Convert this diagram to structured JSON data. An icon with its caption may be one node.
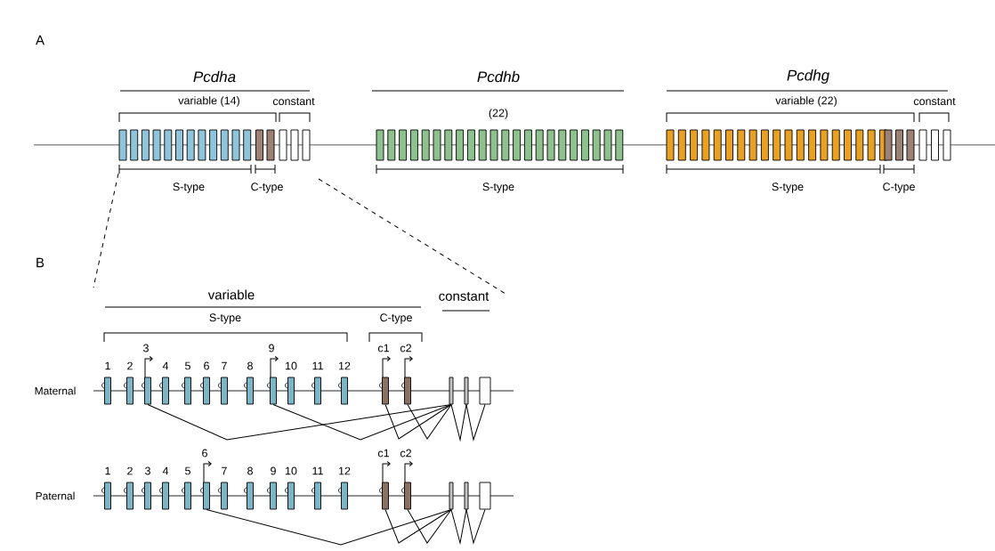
{
  "diagram": {
    "nodes": [
      {
        "text": [],
        "shape": "box",
        "beside": [
          "1"
        ]
      },
      {
        "text": [],
        "shape": "box",
        "beside": [
          "2"
        ]
      },
      {
        "text": [],
        "shape": "box",
        "beside": [
          "3"
        ]
      },
      {
        "text": [],
        "shape": "box",
        "beside": [
          "4"
        ]
      },
      {
        "text": [],
        "shape": "box",
        "beside": [
          "5"
        ]
      },
      {
        "text": [],
        "shape": "box",
        "beside": [
          "6"
        ]
      },
      {
        "text": [],
        "shape": "box",
        "beside": [
          "7"
        ]
      },
      {
        "text": [],
        "shape": "box",
        "beside": [
          "8"
        ]
      },
      {
        "text": [],
        "shape": "box",
        "beside": [
          "9"
        ]
      },
      {
        "text": [],
        "shape": "box",
        "beside": [
          "10"
        ]
      },
      {
        "text": [],
        "shape": "box",
        "beside": [
          "11"
        ]
      },
      {
        "text": [],
        "shape": "box",
        "beside": [
          "12"
        ]
      },
      {
        "text": [],
        "shape": "box",
        "beside": [
          "c1"
        ]
      },
      {
        "text": [],
        "shape": "box",
        "beside": [
          "c2"
        ]
      },
      {
        "text": [],
        "shape": "box"
      },
      {
        "text": [],
        "shape": "box"
      },
      {
        "text": [],
        "shape": "box"
      },
      {
        "text": [],
        "shape": "box",
        "beside": [
          "1"
        ]
      },
      {
        "text": [],
        "shape": "box",
        "beside": [
          "2"
        ]
      },
      {
        "text": [],
        "shape": "box",
        "beside": [
          "3"
        ]
      },
      {
        "text": [],
        "shape": "box",
        "beside": [
          "4"
        ]
      },
      {
        "text": [],
        "shape": "box",
        "beside": [
          "5"
        ]
      },
      {
        "text": [],
        "shape": "box",
        "beside": [
          "6"
        ]
      },
      {
        "text": [],
        "shape": "box",
        "beside": [
          "7"
        ]
      },
      {
        "text": [],
        "shape": "box",
        "beside": [
          "8"
        ]
      },
      {
        "text": [],
        "shape": "box",
        "beside": [
          "9"
        ]
      },
      {
        "text": [],
        "shape": "box",
        "beside": [
          "10"
        ]
      },
      {
        "text": [],
        "shape": "box",
        "beside": [
          "11"
        ]
      },
      {
        "text": [],
        "shape": "box",
        "beside": [
          "12"
        ]
      },
      {
        "text": [],
        "shape": "box",
        "beside": [
          "c1"
        ]
      },
      {
        "text": [],
        "shape": "box",
        "beside": [
          "c2"
        ]
      },
      {
        "text": [],
        "shape": "box"
      },
      {
        "text": [],
        "shape": "box"
      },
      {
        "text": [],
        "shape": "box"
      }
    ],
    "edges": [
      {
        "from": 2,
        "to": 14,
        "arrow": "none"
      },
      {
        "from": 8,
        "to": 14,
        "arrow": "none"
      },
      {
        "from": 12,
        "to": 14,
        "arrow": "none"
      },
      {
        "from": 13,
        "to": 14,
        "arrow": "none"
      },
      {
        "from": 14,
        "to": 15,
        "arrow": "none"
      },
      {
        "from": 15,
        "to": 16,
        "arrow": "none"
      },
      {
        "from": 22,
        "to": 31,
        "arrow": "none"
      },
      {
        "from": 29,
        "to": 31,
        "arrow": "none"
      },
      {
        "from": 30,
        "to": 31,
        "arrow": "none"
      },
      {
        "from": 31,
        "to": 32,
        "arrow": "none"
      },
      {
        "from": 32,
        "to": 33,
        "arrow": "none"
      }
    ],
    "labels": [
      "A",
      "Pcdha",
      "variable (14)",
      "constant",
      "S-type",
      "C-type",
      "Pcdhb",
      "(22)",
      "S-type",
      "Pcdhg",
      "variable (22)",
      "constant",
      "S-type",
      "C-type",
      "B",
      "variable",
      "constant",
      "S-type",
      "C-type",
      "Maternal",
      "Paternal"
    ]
  }
}
